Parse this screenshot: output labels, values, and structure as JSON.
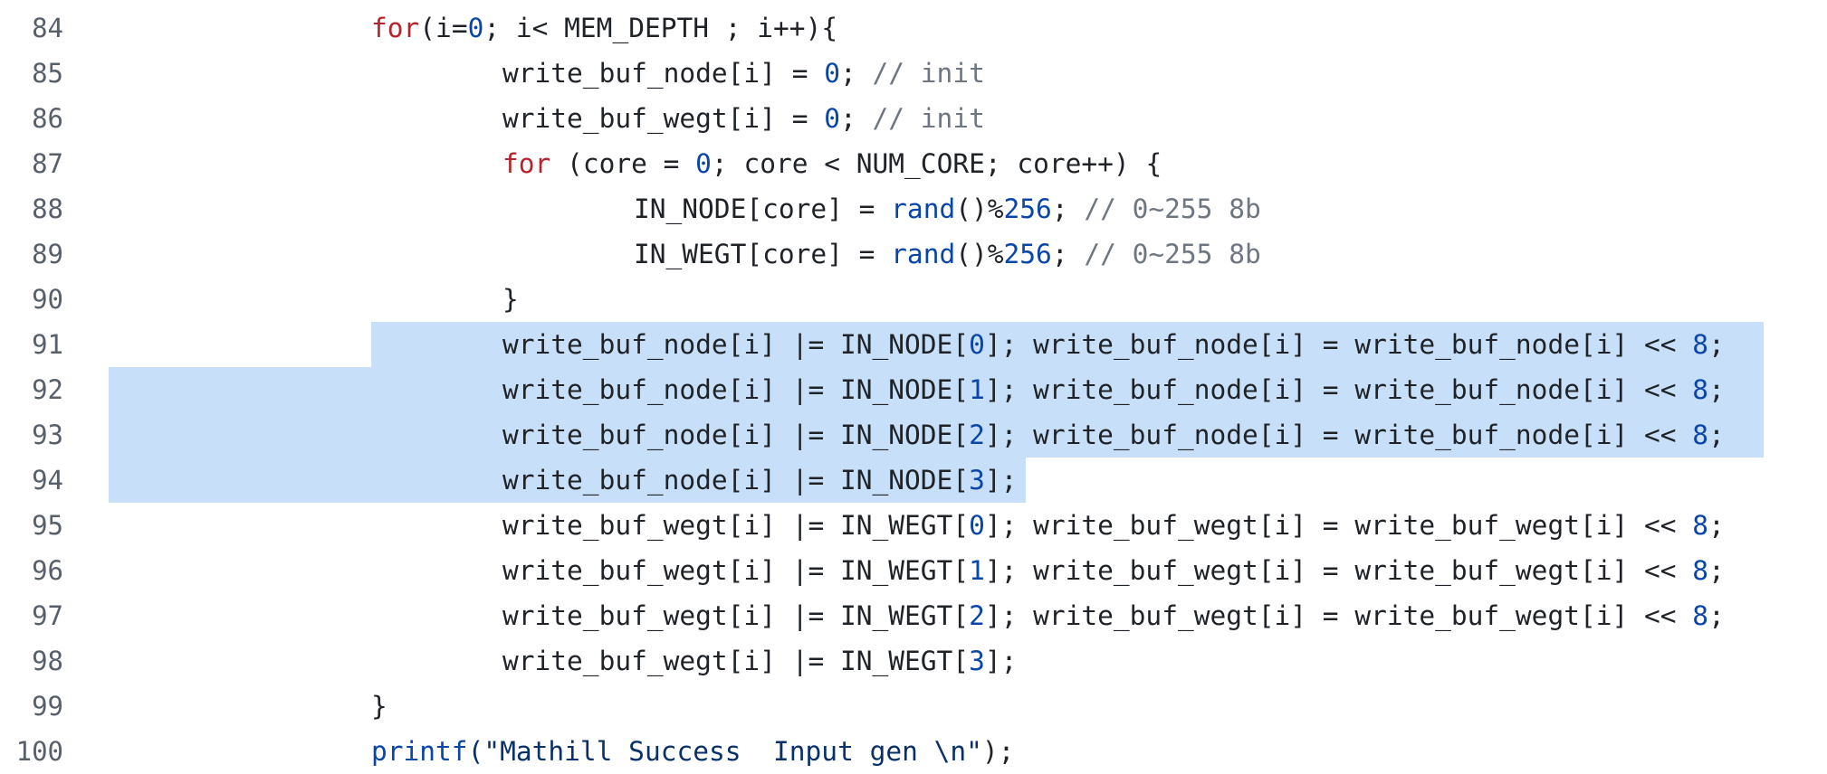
{
  "editor": {
    "language": "c",
    "colors": {
      "keyword": "#b3242d",
      "number": "#0a45a8",
      "function": "#0a45a8",
      "comment": "#6e7781",
      "string": "#0a3069",
      "plain": "#1f2328",
      "line_number": "#57606a",
      "selection": "#c7dff8"
    },
    "selected_lines": [
      91,
      92,
      93,
      94
    ],
    "lines": [
      {
        "number": "84",
        "indent": 3,
        "tokens": [
          {
            "t": "kw",
            "v": "for"
          },
          {
            "t": "pl",
            "v": "(i="
          },
          {
            "t": "num",
            "v": "0"
          },
          {
            "t": "pl",
            "v": "; i< MEM_DEPTH ; i++){"
          }
        ]
      },
      {
        "number": "85",
        "indent": 4,
        "tokens": [
          {
            "t": "pl",
            "v": "write_buf_node[i] = "
          },
          {
            "t": "num",
            "v": "0"
          },
          {
            "t": "pl",
            "v": "; "
          },
          {
            "t": "com",
            "v": "// init"
          }
        ]
      },
      {
        "number": "86",
        "indent": 4,
        "tokens": [
          {
            "t": "pl",
            "v": "write_buf_wegt[i] = "
          },
          {
            "t": "num",
            "v": "0"
          },
          {
            "t": "pl",
            "v": "; "
          },
          {
            "t": "com",
            "v": "// init"
          }
        ]
      },
      {
        "number": "87",
        "indent": 4,
        "tokens": [
          {
            "t": "kw",
            "v": "for"
          },
          {
            "t": "pl",
            "v": " (core = "
          },
          {
            "t": "num",
            "v": "0"
          },
          {
            "t": "pl",
            "v": "; core < NUM_CORE; core++) {"
          }
        ]
      },
      {
        "number": "88",
        "indent": 5,
        "tokens": [
          {
            "t": "pl",
            "v": "IN_NODE[core] = "
          },
          {
            "t": "fn",
            "v": "rand"
          },
          {
            "t": "pl",
            "v": "()%"
          },
          {
            "t": "num",
            "v": "256"
          },
          {
            "t": "pl",
            "v": "; "
          },
          {
            "t": "com",
            "v": "// 0~255 8b"
          }
        ]
      },
      {
        "number": "89",
        "indent": 5,
        "tokens": [
          {
            "t": "pl",
            "v": "IN_WEGT[core] = "
          },
          {
            "t": "fn",
            "v": "rand"
          },
          {
            "t": "pl",
            "v": "()%"
          },
          {
            "t": "num",
            "v": "256"
          },
          {
            "t": "pl",
            "v": "; "
          },
          {
            "t": "com",
            "v": "// 0~255 8b"
          }
        ]
      },
      {
        "number": "90",
        "indent": 4,
        "tokens": [
          {
            "t": "pl",
            "v": "}"
          }
        ]
      },
      {
        "number": "91",
        "indent": 4,
        "tokens": [
          {
            "t": "pl",
            "v": "write_buf_node[i] |= IN_NODE["
          },
          {
            "t": "num",
            "v": "0"
          },
          {
            "t": "pl",
            "v": "]; write_buf_node[i] = write_buf_node[i] << "
          },
          {
            "t": "num",
            "v": "8"
          },
          {
            "t": "pl",
            "v": ";"
          }
        ]
      },
      {
        "number": "92",
        "indent": 4,
        "tokens": [
          {
            "t": "pl",
            "v": "write_buf_node[i] |= IN_NODE["
          },
          {
            "t": "num",
            "v": "1"
          },
          {
            "t": "pl",
            "v": "]; write_buf_node[i] = write_buf_node[i] << "
          },
          {
            "t": "num",
            "v": "8"
          },
          {
            "t": "pl",
            "v": ";"
          }
        ]
      },
      {
        "number": "93",
        "indent": 4,
        "tokens": [
          {
            "t": "pl",
            "v": "write_buf_node[i] |= IN_NODE["
          },
          {
            "t": "num",
            "v": "2"
          },
          {
            "t": "pl",
            "v": "]; write_buf_node[i] = write_buf_node[i] << "
          },
          {
            "t": "num",
            "v": "8"
          },
          {
            "t": "pl",
            "v": ";"
          }
        ]
      },
      {
        "number": "94",
        "indent": 4,
        "tokens": [
          {
            "t": "pl",
            "v": "write_buf_node[i] |= IN_NODE["
          },
          {
            "t": "num",
            "v": "3"
          },
          {
            "t": "pl",
            "v": "];"
          }
        ]
      },
      {
        "number": "95",
        "indent": 4,
        "tokens": [
          {
            "t": "pl",
            "v": "write_buf_wegt[i] |= IN_WEGT["
          },
          {
            "t": "num",
            "v": "0"
          },
          {
            "t": "pl",
            "v": "]; write_buf_wegt[i] = write_buf_wegt[i] << "
          },
          {
            "t": "num",
            "v": "8"
          },
          {
            "t": "pl",
            "v": ";"
          }
        ]
      },
      {
        "number": "96",
        "indent": 4,
        "tokens": [
          {
            "t": "pl",
            "v": "write_buf_wegt[i] |= IN_WEGT["
          },
          {
            "t": "num",
            "v": "1"
          },
          {
            "t": "pl",
            "v": "]; write_buf_wegt[i] = write_buf_wegt[i] << "
          },
          {
            "t": "num",
            "v": "8"
          },
          {
            "t": "pl",
            "v": ";"
          }
        ]
      },
      {
        "number": "97",
        "indent": 4,
        "tokens": [
          {
            "t": "pl",
            "v": "write_buf_wegt[i] |= IN_WEGT["
          },
          {
            "t": "num",
            "v": "2"
          },
          {
            "t": "pl",
            "v": "]; write_buf_wegt[i] = write_buf_wegt[i] << "
          },
          {
            "t": "num",
            "v": "8"
          },
          {
            "t": "pl",
            "v": ";"
          }
        ]
      },
      {
        "number": "98",
        "indent": 4,
        "tokens": [
          {
            "t": "pl",
            "v": "write_buf_wegt[i] |= IN_WEGT["
          },
          {
            "t": "num",
            "v": "3"
          },
          {
            "t": "pl",
            "v": "];"
          }
        ]
      },
      {
        "number": "99",
        "indent": 3,
        "tokens": [
          {
            "t": "pl",
            "v": "}"
          }
        ]
      },
      {
        "number": "100",
        "indent": 3,
        "tokens": [
          {
            "t": "fn",
            "v": "printf"
          },
          {
            "t": "str",
            "v": "(\"Mathill Success  Input gen \\n\""
          },
          {
            "t": "pl",
            "v": ");"
          }
        ]
      }
    ]
  }
}
